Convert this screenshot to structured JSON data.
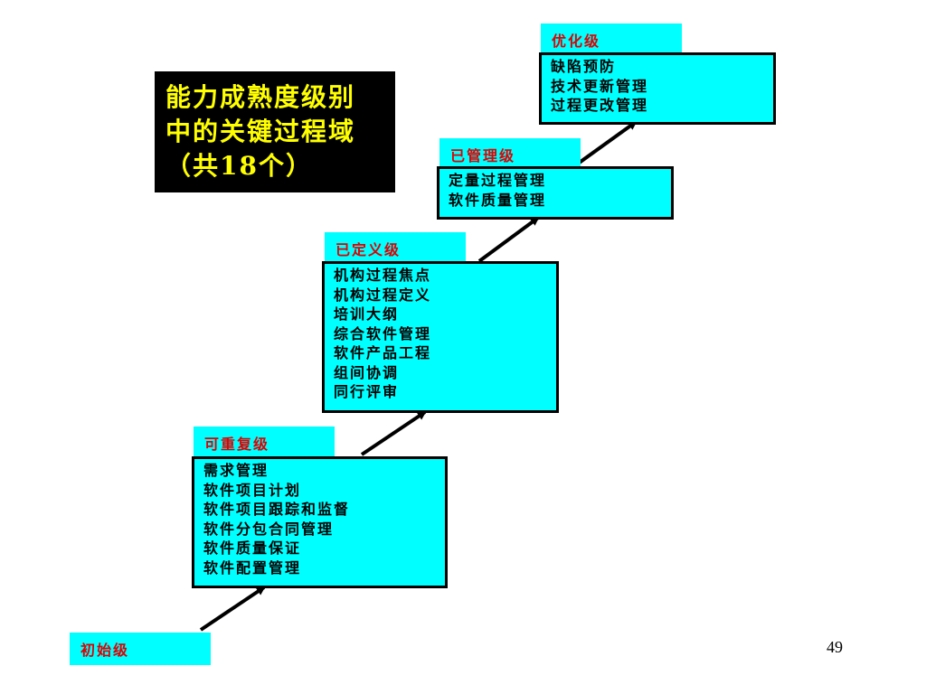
{
  "title": {
    "lines": [
      "能力成熟度级别",
      "中的关键过程域",
      "（共18个）"
    ]
  },
  "levels": [
    {
      "name": "初始级",
      "items": []
    },
    {
      "name": "可重复级",
      "items": [
        "需求管理",
        "软件项目计划",
        "软件项目跟踪和监督",
        "软件分包合同管理",
        "软件质量保证",
        "软件配置管理"
      ]
    },
    {
      "name": "已定义级",
      "items": [
        "机构过程焦点",
        "机构过程定义",
        "培训大纲",
        "综合软件管理",
        "软件产品工程",
        "组间协调",
        "同行评审"
      ]
    },
    {
      "name": "已管理级",
      "items": [
        "定量过程管理",
        "软件质量管理"
      ]
    },
    {
      "name": "优化级",
      "items": [
        "缺陷预防",
        "技术更新管理",
        "过程更改管理"
      ]
    }
  ],
  "page_number": "49",
  "colors": {
    "box_fill": "#00ffff",
    "label_text": "#e00000",
    "title_bg": "#000000",
    "title_text": "#ffff00"
  }
}
